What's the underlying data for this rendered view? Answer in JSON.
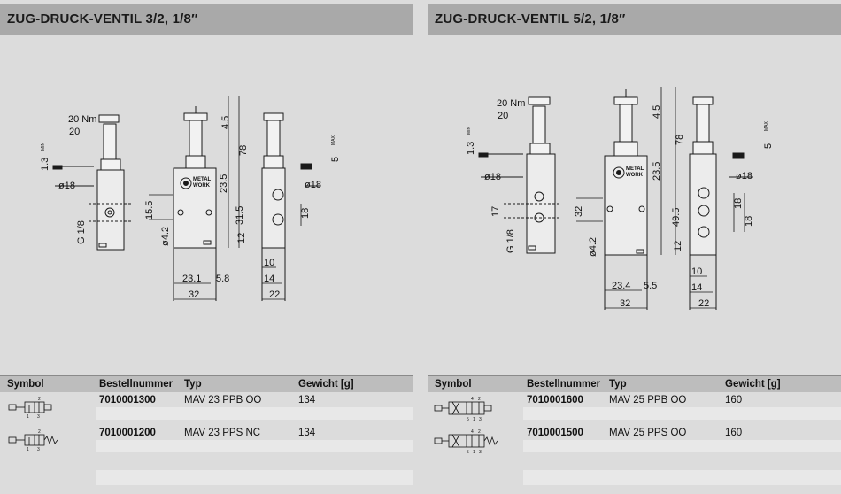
{
  "left": {
    "title": "ZUG-DRUCK-VENTIL 3/2, 1/8″",
    "dims": {
      "torque": "20 Nm",
      "hex": "20",
      "d13": "1.3",
      "min": "MIN",
      "phi18a": "ø18",
      "g18": "G 1/8",
      "d155": "15.5",
      "phi42": "ø4.2",
      "d45": "4.5",
      "d78": "78",
      "d235": "23.5",
      "d315": "31.5",
      "d12": "12",
      "d231": "23.1",
      "d58": "5.8",
      "d32": "32",
      "d5": "5",
      "max": "MAX",
      "phi18b": "ø18",
      "d18": "18",
      "d10": "10",
      "d14": "14",
      "d22": "22",
      "logo1": "METAL",
      "logo2": "WORK"
    },
    "table": {
      "headers": [
        "Symbol",
        "Bestellnummer",
        "Typ",
        "Gewicht [g]"
      ],
      "rows": [
        {
          "order": "7010001300",
          "type": "MAV 23 PPB OO",
          "weight": "134",
          "sym": [
            "2",
            "1",
            "3"
          ]
        },
        {
          "order": "7010001200",
          "type": "MAV 23 PPS NC",
          "weight": "134",
          "sym": [
            "2",
            "1",
            "3"
          ]
        }
      ]
    }
  },
  "right": {
    "title": "ZUG-DRUCK-VENTIL 5/2, 1/8″",
    "dims": {
      "torque": "20 Nm",
      "hex": "20",
      "d13": "1.3",
      "min": "MIN",
      "phi18a": "ø18",
      "g18": "G 1/8",
      "d17": "17",
      "phi42": "ø4.2",
      "d32v": "32",
      "d45": "4.5",
      "d78": "78",
      "d235": "23.5",
      "d495": "49.5",
      "d12": "12",
      "d234": "23.4",
      "d55": "5.5",
      "d32": "32",
      "d5": "5",
      "max": "MAX",
      "phi18b": "ø18",
      "d18a": "18",
      "d18b": "18",
      "d10": "10",
      "d14": "14",
      "d22": "22",
      "logo1": "METAL",
      "logo2": "WORK"
    },
    "table": {
      "headers": [
        "Symbol",
        "Bestellnummer",
        "Typ",
        "Gewicht [g]"
      ],
      "rows": [
        {
          "order": "7010001600",
          "type": "MAV 25 PPB OO",
          "weight": "160",
          "sym": [
            "4",
            "2",
            "5",
            "1",
            "3"
          ]
        },
        {
          "order": "7010001500",
          "type": "MAV 25 PPS OO",
          "weight": "160",
          "sym": [
            "4",
            "2",
            "5",
            "1",
            "3"
          ]
        }
      ]
    }
  }
}
